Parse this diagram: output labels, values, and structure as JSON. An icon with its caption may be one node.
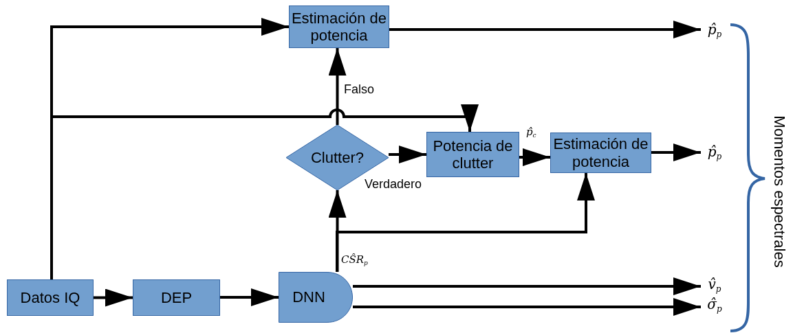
{
  "diagram": {
    "nodes": [
      {
        "text": [
          "Estimación de potencia"
        ]
      },
      {
        "text": [
          "Clutter?"
        ]
      },
      {
        "text": [
          "Potencia de clutter"
        ]
      },
      {
        "text": [
          "Estimación de potencia"
        ]
      },
      {
        "text": [
          "Datos IQ"
        ]
      },
      {
        "text": [
          "DEP"
        ]
      },
      {
        "text": [
          "DNN"
        ]
      },
      {
        "text": [
          "p̂$_{p}$"
        ]
      },
      {
        "text": [
          "p̂$_{p}$"
        ]
      },
      {
        "text": [
          "v̂$_{p}$"
        ]
      },
      {
        "text": [
          "σ̂$_{p}$"
        ]
      }
    ],
    "edges": [
      {
        "from": 4,
        "to": 0,
        "arrow": "to"
      },
      {
        "from": 4,
        "to": 2,
        "arrow": "to"
      },
      {
        "from": 4,
        "to": 5,
        "arrow": "to"
      },
      {
        "from": 5,
        "to": 6,
        "arrow": "to"
      },
      {
        "from": 6,
        "to": 1,
        "arrow": "to",
        "label": "CŜR$_{p}$"
      },
      {
        "from": 6,
        "to": 3,
        "arrow": "to"
      },
      {
        "from": 1,
        "to": 0,
        "arrow": "to",
        "label": "Falso"
      },
      {
        "from": 1,
        "to": 2,
        "arrow": "to",
        "label": "Verdadero"
      },
      {
        "from": 2,
        "to": 3,
        "arrow": "to",
        "label": "p̂$_{c}$"
      },
      {
        "from": 0,
        "to": 7,
        "arrow": "to"
      },
      {
        "from": 3,
        "to": 8,
        "arrow": "to"
      },
      {
        "from": 6,
        "to": 9,
        "arrow": "to"
      },
      {
        "from": 6,
        "to": 10,
        "arrow": "to"
      }
    ],
    "labels": [
      "Momentos espectrales"
    ]
  }
}
